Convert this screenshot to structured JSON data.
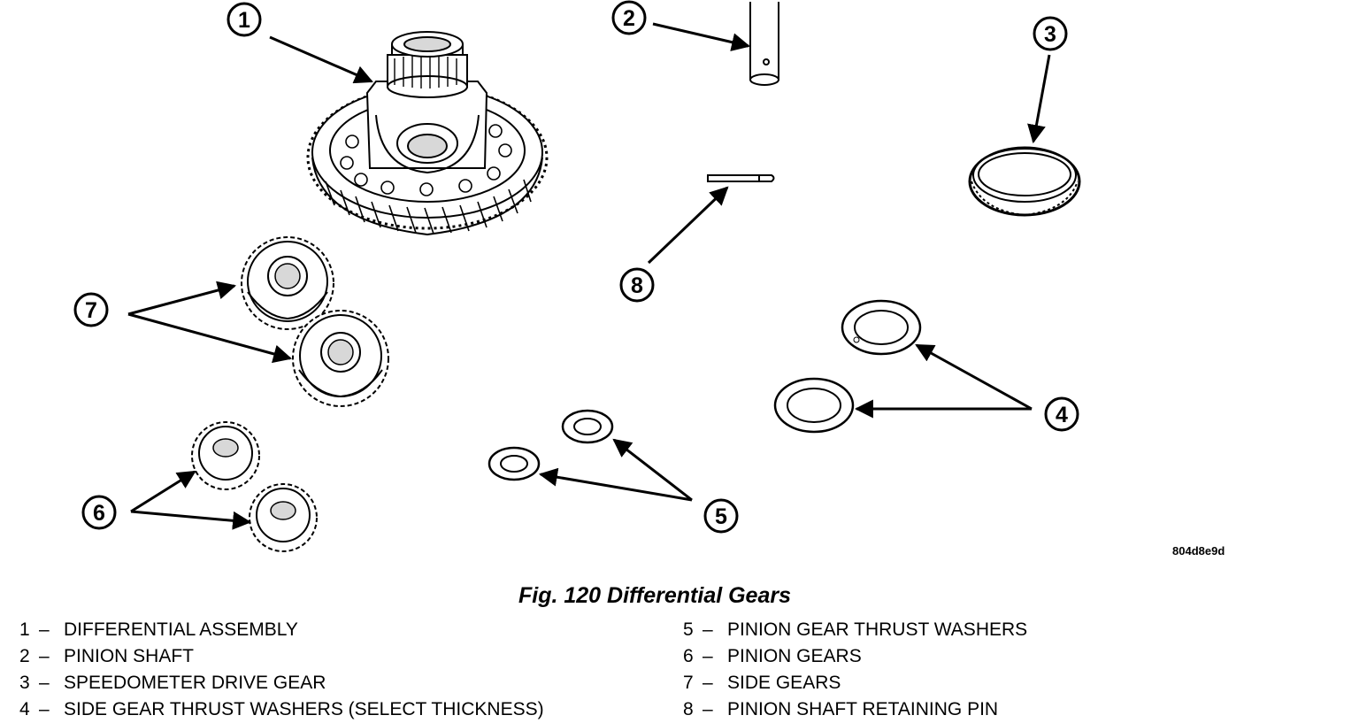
{
  "figure": {
    "caption": "Fig. 120 Differential Gears",
    "image_code": "804d8e9d",
    "callouts": [
      "1",
      "2",
      "3",
      "4",
      "5",
      "6",
      "7",
      "8"
    ]
  },
  "legend": {
    "left": [
      {
        "num": "1",
        "dash": "–",
        "text": "DIFFERENTIAL ASSEMBLY"
      },
      {
        "num": "2",
        "dash": "–",
        "text": "PINION SHAFT"
      },
      {
        "num": "3",
        "dash": "–",
        "text": "SPEEDOMETER DRIVE GEAR"
      },
      {
        "num": "4",
        "dash": "–",
        "text": "SIDE GEAR THRUST WASHERS (SELECT THICKNESS)"
      }
    ],
    "right": [
      {
        "num": "5",
        "dash": "–",
        "text": "PINION GEAR THRUST WASHERS"
      },
      {
        "num": "6",
        "dash": "–",
        "text": "PINION GEARS"
      },
      {
        "num": "7",
        "dash": "–",
        "text": "SIDE GEARS"
      },
      {
        "num": "8",
        "dash": "–",
        "text": "PINION SHAFT RETAINING PIN"
      }
    ]
  },
  "colors": {
    "ink": "#000000",
    "paper": "#ffffff",
    "shade": "#d8d8d8"
  }
}
